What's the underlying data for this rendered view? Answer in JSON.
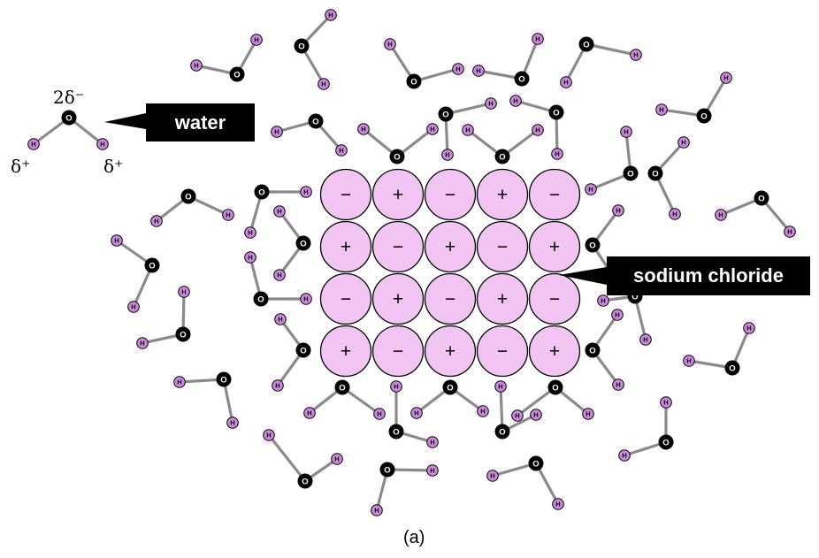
{
  "figure": {
    "label_water": "water",
    "label_salt": "sodium chloride",
    "partial_oxygen": "2δ⁻",
    "partial_h_left": "δ⁺",
    "partial_h_right": "δ⁺",
    "caption": "(a)"
  },
  "atoms": {
    "oxygen": "O",
    "hydrogen": "H"
  },
  "lattice": {
    "rows": [
      [
        "−",
        "+",
        "−",
        "+",
        "−"
      ],
      [
        "+",
        "−",
        "+",
        "−",
        "+"
      ],
      [
        "−",
        "+",
        "−",
        "+",
        "−"
      ],
      [
        "+",
        "−",
        "+",
        "−",
        "+"
      ]
    ]
  },
  "colors": {
    "ion_fill": "#f2c4f2",
    "hydrogen_fill": "#cc88dd",
    "oxygen_fill": "#000000",
    "bond": "#8a8a8a"
  }
}
